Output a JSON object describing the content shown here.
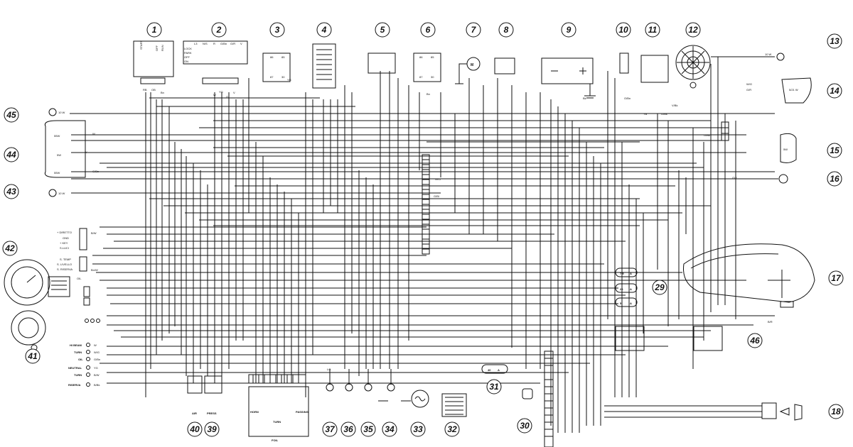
{
  "callouts": [
    "1",
    "2",
    "3",
    "4",
    "5",
    "6",
    "7",
    "8",
    "9",
    "10",
    "11",
    "12",
    "13",
    "14",
    "15",
    "16",
    "17",
    "18",
    "29",
    "30",
    "31",
    "32",
    "33",
    "34",
    "35",
    "36",
    "37",
    "39",
    "40",
    "41",
    "42",
    "43",
    "44",
    "45",
    "46"
  ],
  "ignition": {
    "terms": [
      "START",
      "OFF",
      "RUN"
    ],
    "wires": [
      "RB",
      "OB",
      "Bn"
    ]
  },
  "key_switch": {
    "headers": [
      "L3",
      "N/S",
      "R",
      "G/Bn",
      "G/R",
      "V"
    ],
    "rows": [
      "LOCK",
      "PARK",
      "OFF",
      "ON"
    ],
    "wires": [
      "W",
      "YG",
      "O",
      "V"
    ]
  },
  "fuses": [
    {
      "rating": "7.5",
      "unit": "A"
    },
    {
      "rating": "20",
      "unit": "A"
    },
    {
      "rating": "5",
      "unit": "A"
    }
  ],
  "main_fuse": {
    "rating": "40",
    "unit": "A"
  },
  "indicators_left": [
    "+ DIRETTO",
    "GND",
    "+ KEY",
    "S.LUCI",
    "S. TEMP",
    "S. LIVELLO",
    "S. RISERVA",
    "OIL"
  ],
  "warnings": [
    "HI BEAM",
    "TURN",
    "OIL",
    "NEUTRAL",
    "TURN",
    "RISERVA"
  ],
  "warning_wires": [
    "W",
    "W/G",
    "G/Bn",
    "YG",
    "B/W",
    "B/Bk"
  ],
  "switch_labels": [
    "HORN",
    "TURN",
    "PASSING",
    "FOIL"
  ],
  "air_press": [
    "AIR",
    "PRESS"
  ],
  "motor": "M",
  "lamp_labels": [
    "10 W",
    "55W",
    "5W",
    "55W",
    "10 W",
    "10 W",
    "10 W"
  ],
  "tail_labels": [
    "5/21 W",
    "5W"
  ],
  "wire_codes": [
    "W/G",
    "G/R",
    "O/Bk",
    "W",
    "Y",
    "G/Bn",
    "B/W",
    "YG",
    "O/Bk",
    "YB",
    "G/Bl",
    "Bn",
    "Bk",
    "LG",
    "V/Bk",
    "G/Y",
    "Bn/W",
    "O/Bn",
    "G/Ci",
    "B/R"
  ],
  "relay_labels": [
    "86",
    "85",
    "87",
    "30"
  ]
}
